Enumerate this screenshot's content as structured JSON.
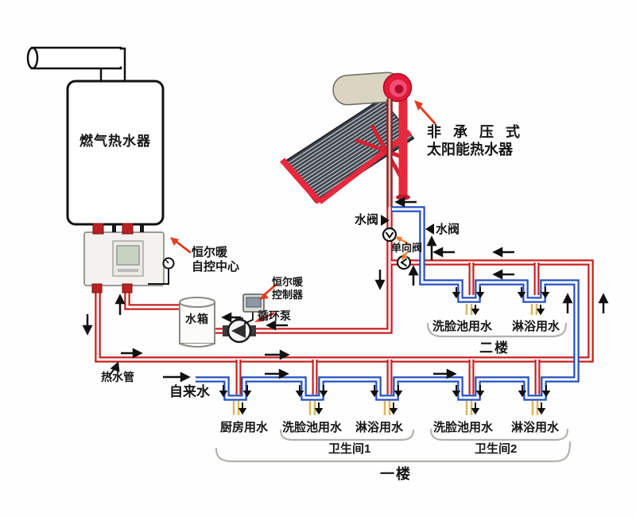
{
  "labels": {
    "gas_heater": "燃气热水器",
    "solar_line1": "非 承 压 式",
    "solar_line2": "太阳能热水器",
    "control_center_line1": "恒尔暖",
    "control_center_line2": "自控中心",
    "pump_controller_line1": "恒尔暖",
    "pump_controller_line2": "控制器",
    "pump": "循环泵",
    "water_tank": "水箱",
    "water_valve_left": "水阀",
    "water_valve_right": "水阀",
    "check_valve": "单向阀",
    "hot_water_pipe": "热水管",
    "tap_water": "自来水",
    "floor2": "二楼",
    "floor1": "一楼",
    "bathroom1": "卫生间1",
    "bathroom2": "卫生间2"
  },
  "fixtures": {
    "floor2": [
      "洗脸池用水",
      "淋浴用水"
    ],
    "floor1": [
      "厨房用水",
      "洗脸池用水",
      "淋浴用水",
      "洗脸池用水",
      "淋浴用水"
    ]
  },
  "colors": {
    "hot_pipe": "#c81f1f",
    "cold_pipe": "#2450c0",
    "solar_pipe_dark": "#8e1f1f",
    "faucet": "#d9b85a",
    "frame_red": "#e8283c",
    "annotation_red": "#e43b1f",
    "annotation_orange": "#f07a30"
  }
}
